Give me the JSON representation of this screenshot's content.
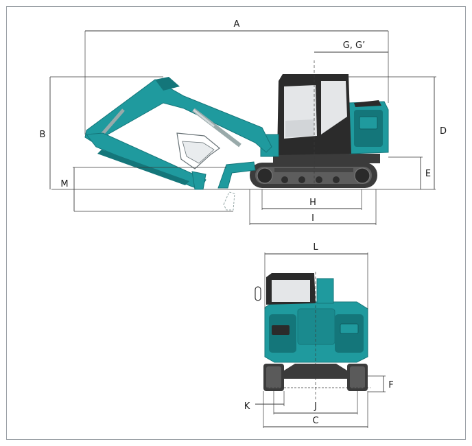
{
  "labels": {
    "a": "A",
    "b": "B",
    "c": "C",
    "d": "D",
    "e": "E",
    "f": "F",
    "g": "G, G’",
    "h": "H",
    "i": "I",
    "j": "J",
    "k": "K",
    "l": "L",
    "m": "M"
  },
  "colors": {
    "body": "#1f9a9e",
    "body_dark": "#14767a",
    "track": "#3b3b3b",
    "cab_frame": "#2b2b2b",
    "glass": "#e4e6e8",
    "counterweight": "#5a5a5a"
  }
}
